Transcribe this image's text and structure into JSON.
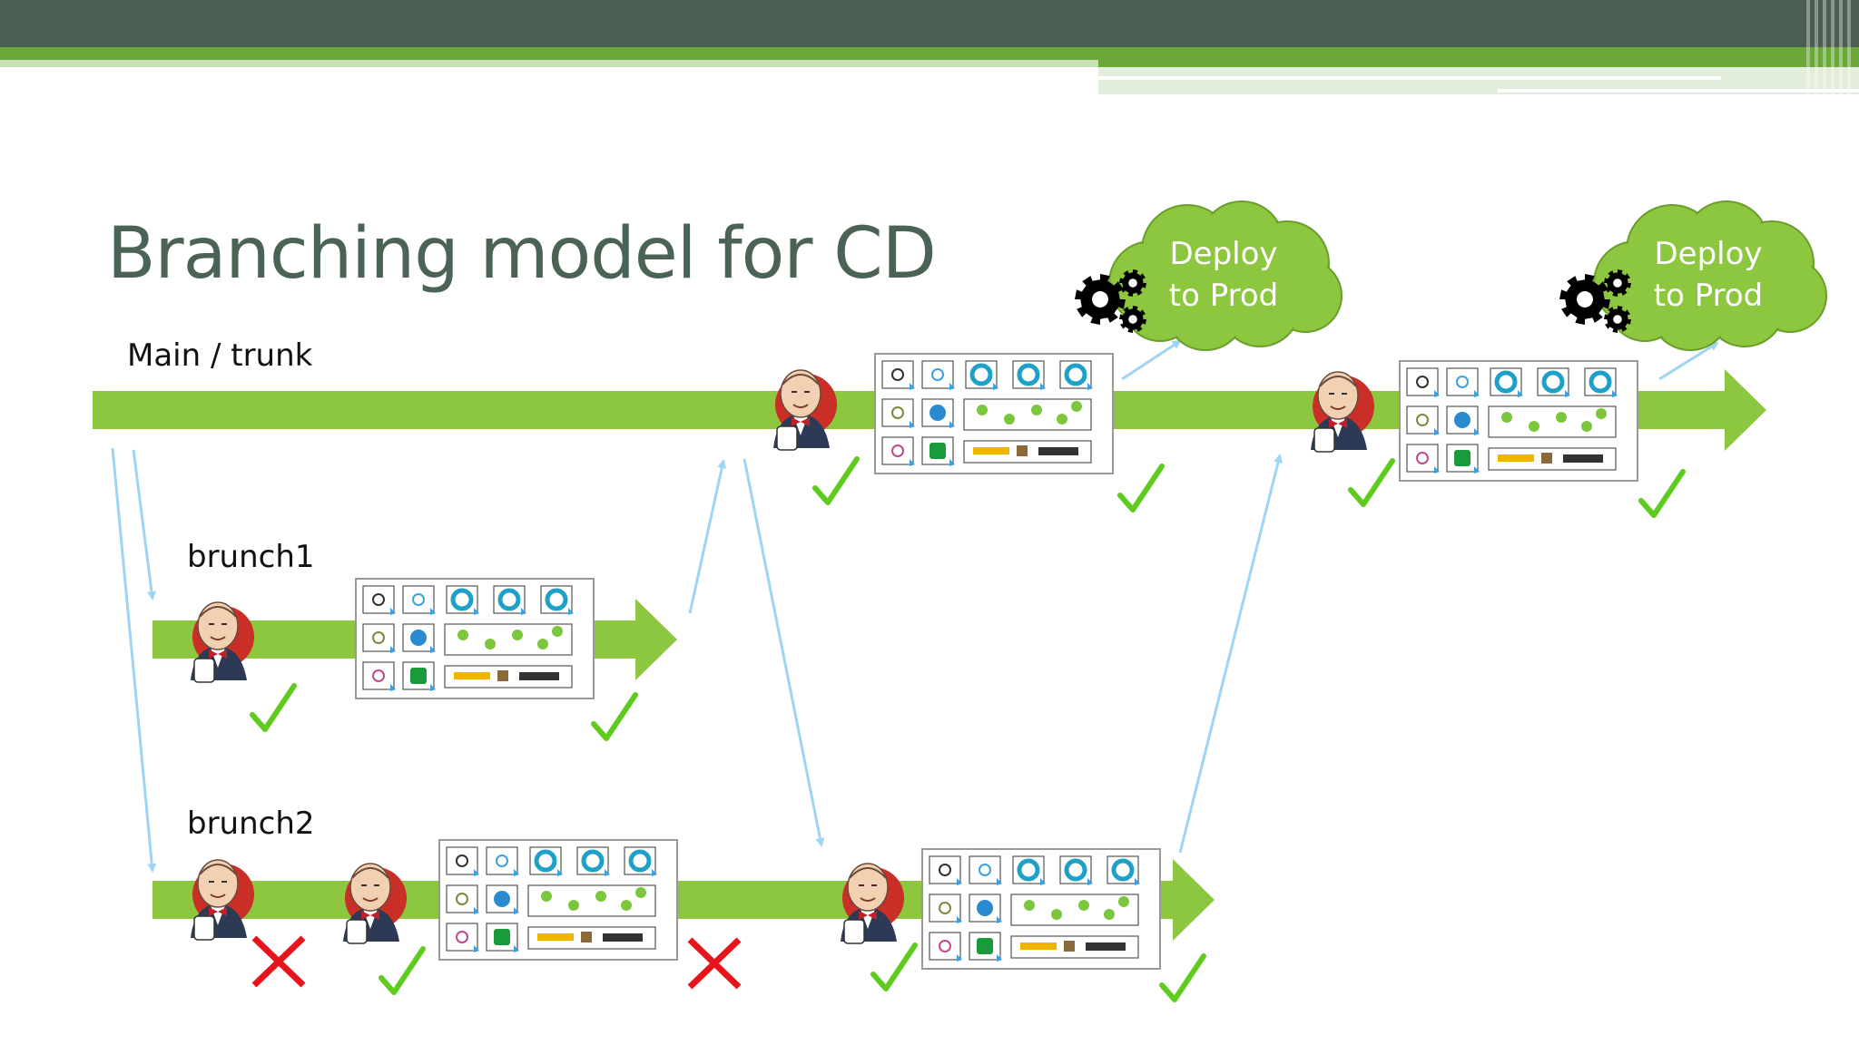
{
  "slide": {
    "title": "Branching model for CD",
    "colors": {
      "header_dark": "#4a5f52",
      "header_green": "#6aa83a",
      "title_text": "#4a6355",
      "branch_green": "#8dc63f",
      "merge_arrow": "#9fd4f5",
      "check_green": "#5ecb1e",
      "fail_red": "#e8141c",
      "jenkins_red": "#c92f26"
    }
  },
  "lanes": {
    "main": {
      "label": "Main / trunk"
    },
    "branch1": {
      "label": "brunch1"
    },
    "branch2": {
      "label": "brunch2"
    }
  },
  "deploy": [
    {
      "line1": "Deploy",
      "line2": "to Prod"
    },
    {
      "line1": "Deploy",
      "line2": "to Prod"
    }
  ],
  "icons": {
    "build_agent": "jenkins-butler-icon",
    "pass": "checkmark-icon",
    "fail": "cross-icon",
    "deploy": "gears-icon",
    "stack": "service-stack-icon",
    "cloud": "cloud-shape"
  }
}
